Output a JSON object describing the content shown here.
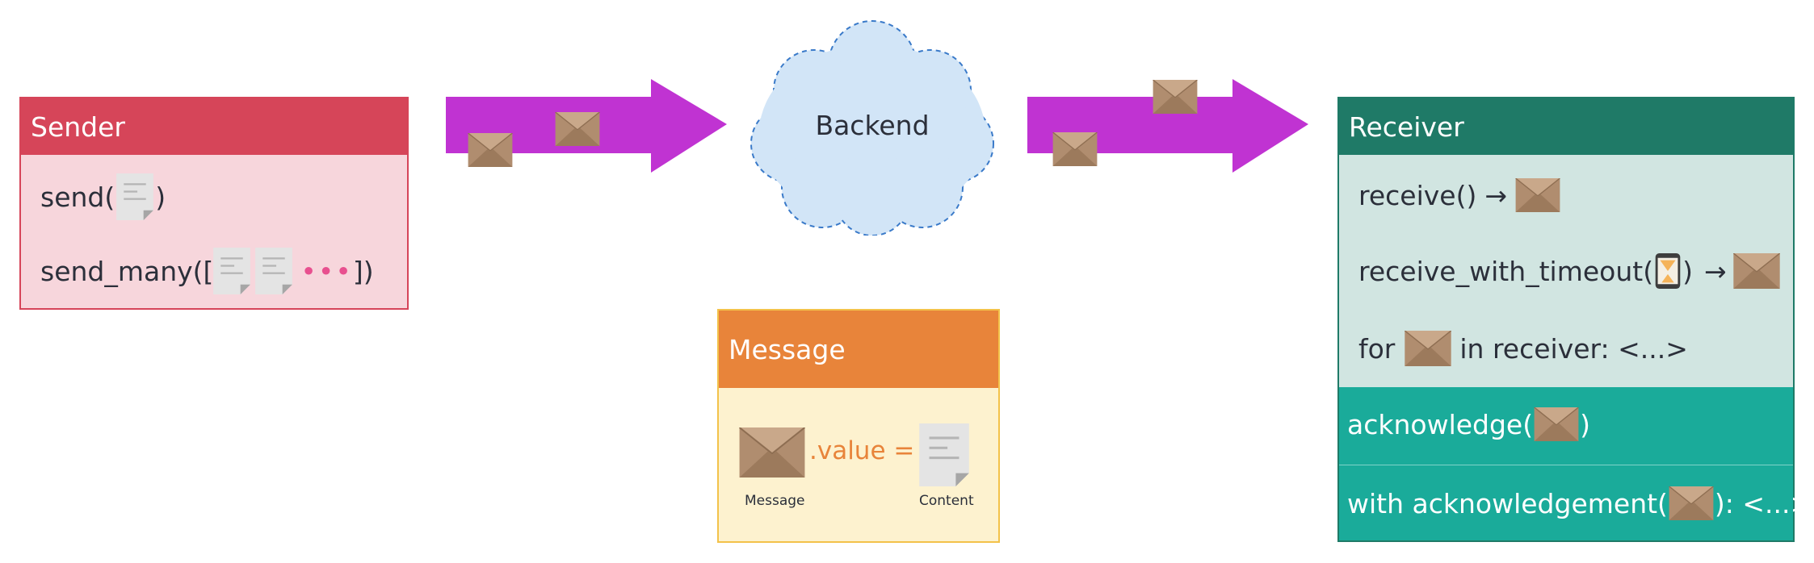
{
  "colors": {
    "sender": "#d64559",
    "sender_bg": "#f7d6dc",
    "receiver": "#1f7a67",
    "receiver_bg": "#d1e5e1",
    "receiver_ack": "#1aab9a",
    "message": "#e8843a",
    "message_bg": "#fdf2cf",
    "arrow": "#c033d2",
    "cloud": "#d2e5f7",
    "cloud_border": "#3a7ac9"
  },
  "sender": {
    "title": "Sender",
    "send_prefix": "send(",
    "send_suffix": ")",
    "send_many_prefix": "send_many([",
    "send_many_dots": "•••",
    "send_many_suffix": "])"
  },
  "backend": {
    "label": "Backend"
  },
  "receiver": {
    "title": "Receiver",
    "receive_prefix": "receive()",
    "arrow": "→",
    "receive_timeout_prefix": "receive_with_timeout(",
    "receive_timeout_suffix": ")",
    "hourglass": "⏳",
    "for_prefix": "for",
    "for_suffix": "in receiver: <...>",
    "acknowledge_prefix": "acknowledge(",
    "acknowledge_suffix": ")",
    "with_ack_prefix": "with acknowledgement(",
    "with_ack_suffix": "): <...>"
  },
  "message": {
    "title": "Message",
    "value_text": ".value =",
    "message_caption": "Message",
    "content_caption": "Content"
  },
  "icons": [
    "envelope-icon",
    "document-icon",
    "hourglass-icon",
    "cloud-shape",
    "arrow-shape"
  ]
}
